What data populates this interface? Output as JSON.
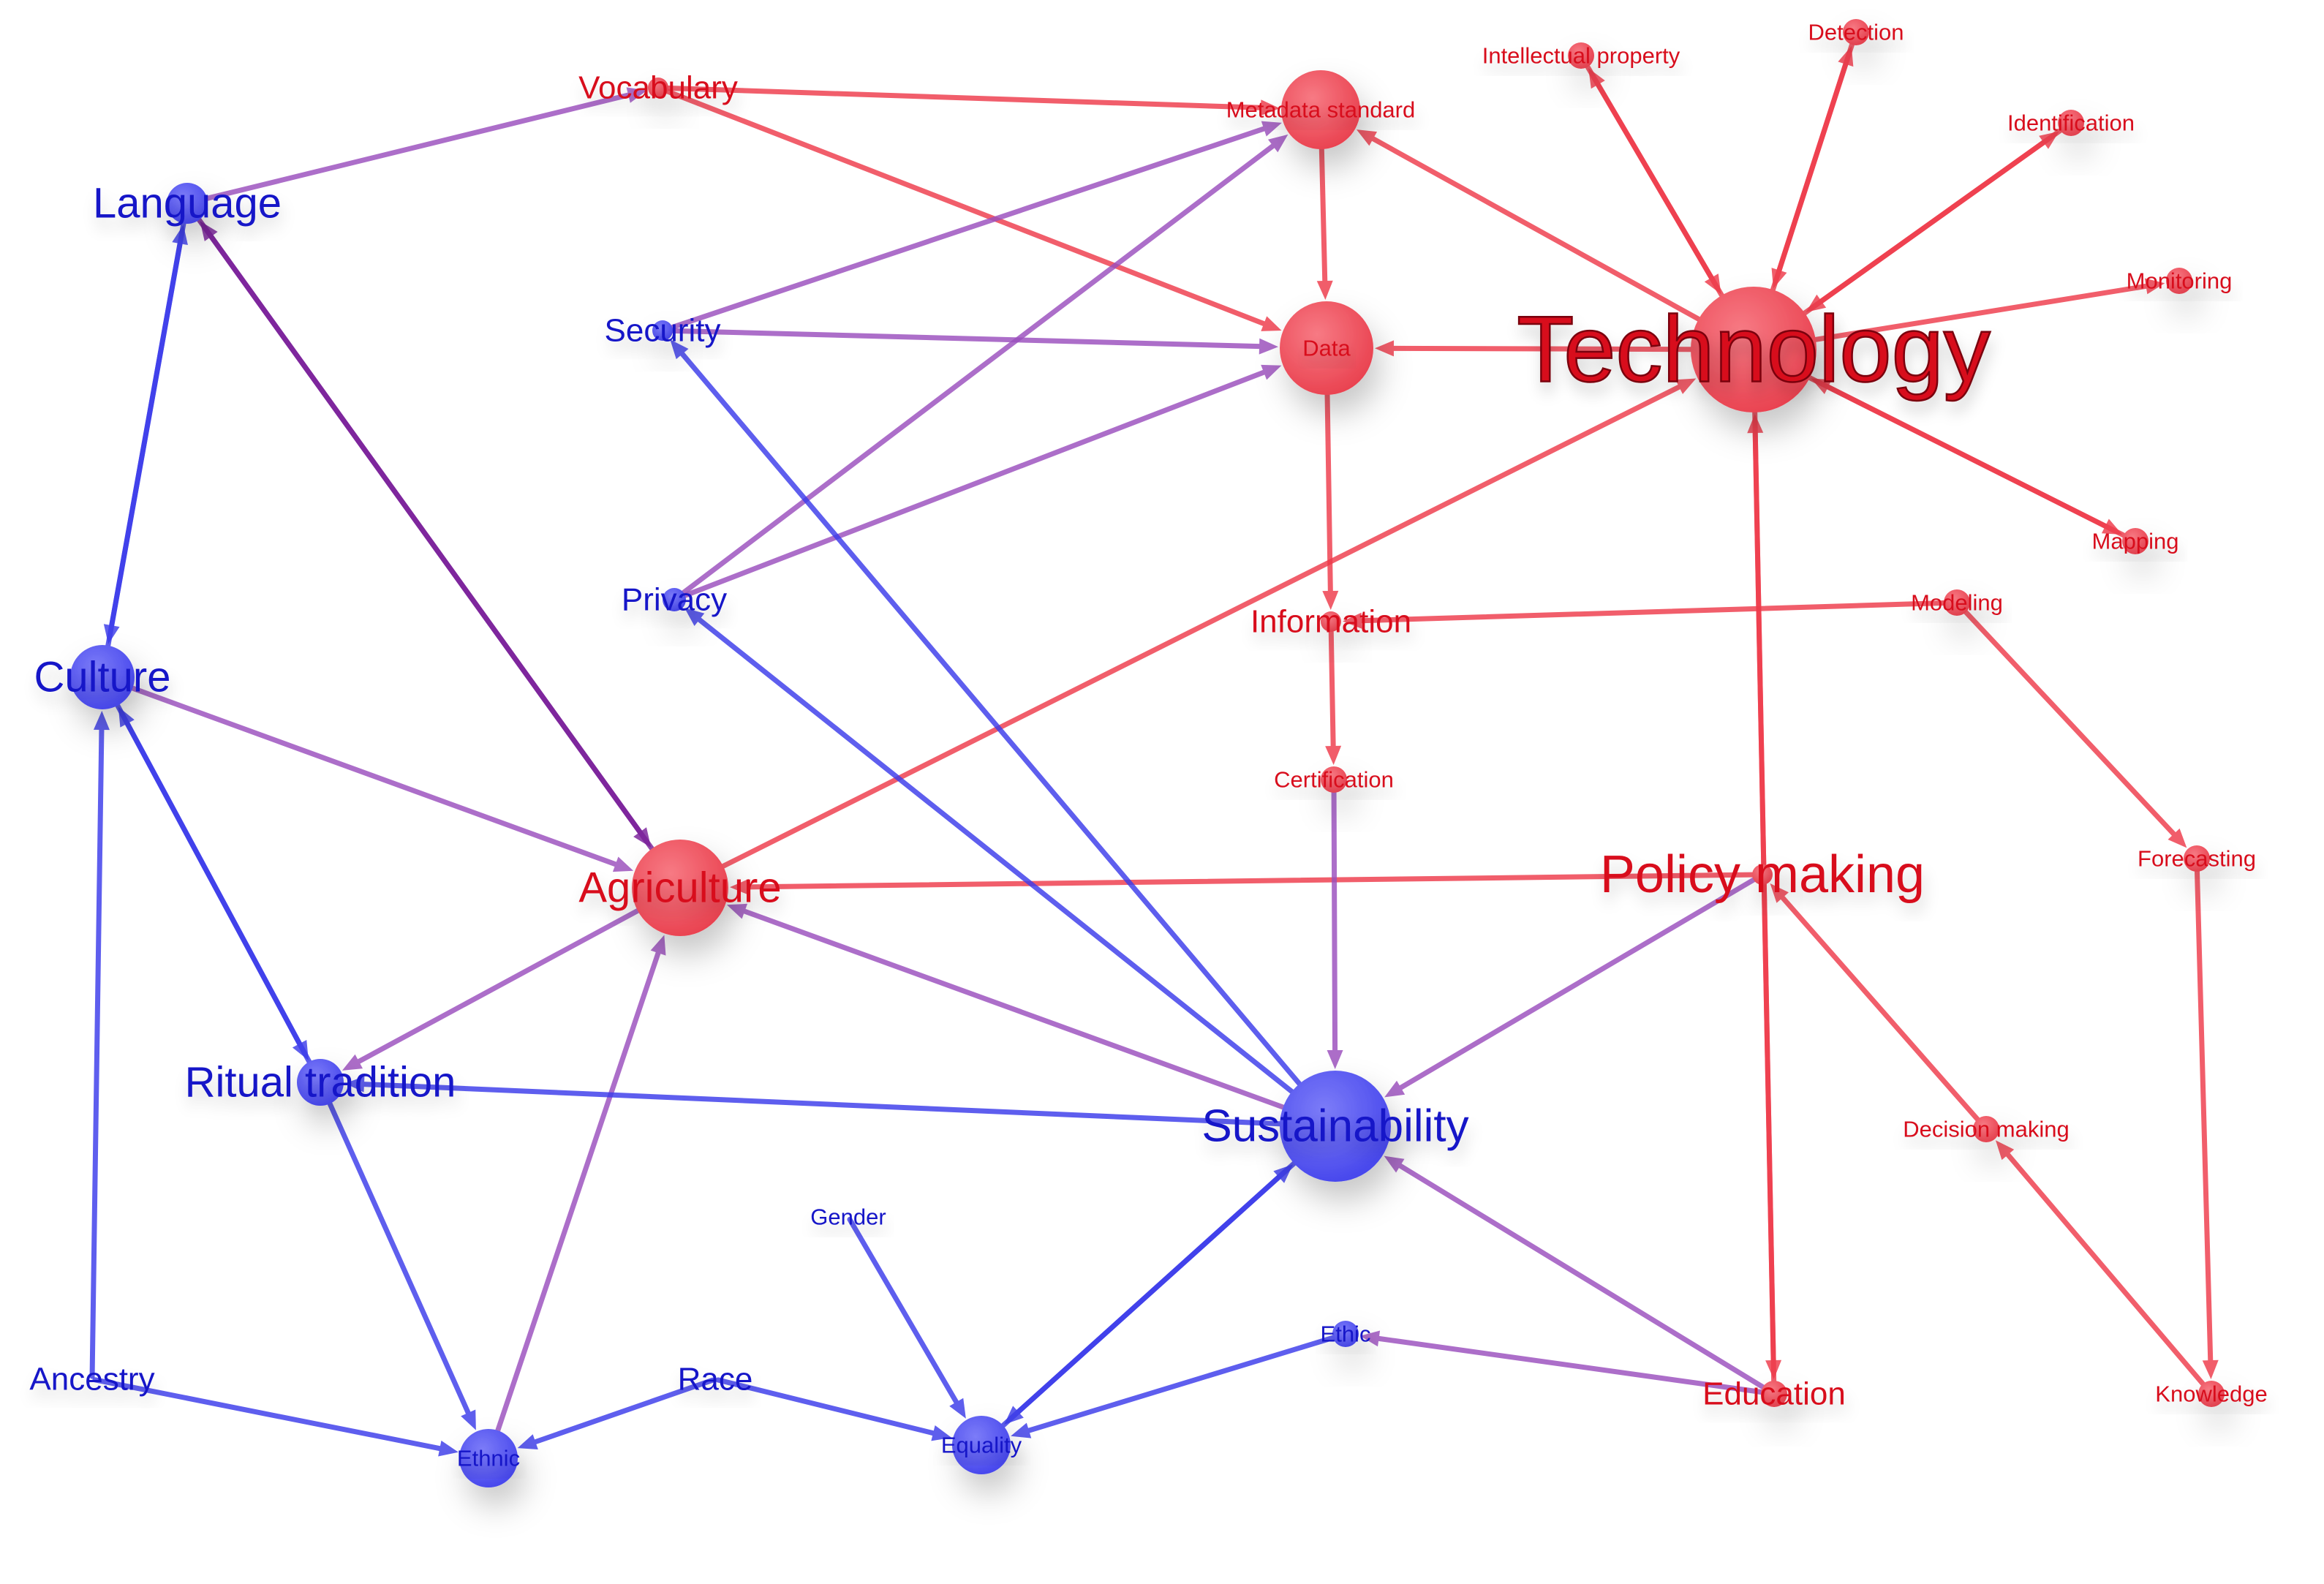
{
  "diagram": {
    "colors": {
      "red": "#ee3a4a",
      "blue": "#3b3bea",
      "mixed": "#9a4ebd",
      "mixed_dark": "#7a1f9a",
      "red_text": "#d8101e",
      "blue_text": "#1212c8"
    },
    "nodes": [
      {
        "id": "technology",
        "label": "Technology",
        "group": "red"
      },
      {
        "id": "metadata_standard",
        "label": "Metadata standard",
        "group": "red"
      },
      {
        "id": "data",
        "label": "Data",
        "group": "red"
      },
      {
        "id": "vocabulary",
        "label": "Vocabulary",
        "group": "red"
      },
      {
        "id": "intellectual_property",
        "label": "Intellectual property",
        "group": "red"
      },
      {
        "id": "detection",
        "label": "Detection",
        "group": "red"
      },
      {
        "id": "identification",
        "label": "Identification",
        "group": "red"
      },
      {
        "id": "monitoring",
        "label": "Monitoring",
        "group": "red"
      },
      {
        "id": "mapping",
        "label": "Mapping",
        "group": "red"
      },
      {
        "id": "modeling",
        "label": "Modeling",
        "group": "red"
      },
      {
        "id": "information",
        "label": "Information",
        "group": "red"
      },
      {
        "id": "certification",
        "label": "Certification",
        "group": "red"
      },
      {
        "id": "agriculture",
        "label": "Agriculture",
        "group": "red"
      },
      {
        "id": "policy_making",
        "label": "Policy making",
        "group": "red"
      },
      {
        "id": "forecasting",
        "label": "Forecasting",
        "group": "red"
      },
      {
        "id": "decision_making",
        "label": "Decision making",
        "group": "red"
      },
      {
        "id": "knowledge",
        "label": "Knowledge",
        "group": "red"
      },
      {
        "id": "education",
        "label": "Education",
        "group": "red"
      },
      {
        "id": "language",
        "label": "Language",
        "group": "blue"
      },
      {
        "id": "security",
        "label": "Security",
        "group": "blue"
      },
      {
        "id": "privacy",
        "label": "Privacy",
        "group": "blue"
      },
      {
        "id": "culture",
        "label": "Culture",
        "group": "blue"
      },
      {
        "id": "ritual_tradition",
        "label": "Ritual tradition",
        "group": "blue"
      },
      {
        "id": "sustainability",
        "label": "Sustainability",
        "group": "blue"
      },
      {
        "id": "gender",
        "label": "Gender",
        "group": "blue"
      },
      {
        "id": "ethic",
        "label": "Ethic",
        "group": "blue"
      },
      {
        "id": "ancestry",
        "label": "Ancestry",
        "group": "blue"
      },
      {
        "id": "race",
        "label": "Race",
        "group": "blue"
      },
      {
        "id": "ethnic",
        "label": "Ethnic",
        "group": "blue"
      },
      {
        "id": "equality",
        "label": "Equality",
        "group": "blue"
      }
    ],
    "edges": [
      {
        "from": "technology",
        "to": "intellectual_property",
        "color": "red"
      },
      {
        "from": "intellectual_property",
        "to": "technology",
        "color": "red"
      },
      {
        "from": "technology",
        "to": "detection",
        "color": "red"
      },
      {
        "from": "detection",
        "to": "technology",
        "color": "red"
      },
      {
        "from": "technology",
        "to": "identification",
        "color": "red"
      },
      {
        "from": "identification",
        "to": "technology",
        "color": "red"
      },
      {
        "from": "technology",
        "to": "monitoring",
        "color": "red"
      },
      {
        "from": "technology",
        "to": "mapping",
        "color": "red"
      },
      {
        "from": "mapping",
        "to": "technology",
        "color": "red"
      },
      {
        "from": "technology",
        "to": "metadata_standard",
        "color": "red"
      },
      {
        "from": "technology",
        "to": "data",
        "color": "red"
      },
      {
        "from": "agriculture",
        "to": "technology",
        "color": "red"
      },
      {
        "from": "education",
        "to": "technology",
        "color": "red"
      },
      {
        "from": "technology",
        "to": "education",
        "color": "red"
      },
      {
        "from": "vocabulary",
        "to": "metadata_standard",
        "color": "red"
      },
      {
        "from": "vocabulary",
        "to": "data",
        "color": "red"
      },
      {
        "from": "metadata_standard",
        "to": "data",
        "color": "red"
      },
      {
        "from": "data",
        "to": "information",
        "color": "red"
      },
      {
        "from": "modeling",
        "to": "information",
        "color": "red"
      },
      {
        "from": "modeling",
        "to": "forecasting",
        "color": "red"
      },
      {
        "from": "information",
        "to": "certification",
        "color": "red"
      },
      {
        "from": "policy_making",
        "to": "agriculture",
        "color": "red"
      },
      {
        "from": "forecasting",
        "to": "knowledge",
        "color": "red"
      },
      {
        "from": "knowledge",
        "to": "decision_making",
        "color": "red"
      },
      {
        "from": "decision_making",
        "to": "policy_making",
        "color": "red"
      },
      {
        "from": "language",
        "to": "vocabulary",
        "color": "mixed"
      },
      {
        "from": "security",
        "to": "metadata_standard",
        "color": "mixed"
      },
      {
        "from": "security",
        "to": "data",
        "color": "mixed"
      },
      {
        "from": "privacy",
        "to": "metadata_standard",
        "color": "mixed"
      },
      {
        "from": "privacy",
        "to": "data",
        "color": "mixed"
      },
      {
        "from": "culture",
        "to": "agriculture",
        "color": "mixed"
      },
      {
        "from": "agriculture",
        "to": "language",
        "color": "mixed_dark"
      },
      {
        "from": "language",
        "to": "agriculture",
        "color": "mixed_dark"
      },
      {
        "from": "agriculture",
        "to": "ritual_tradition",
        "color": "mixed"
      },
      {
        "from": "ethnic",
        "to": "agriculture",
        "color": "mixed"
      },
      {
        "from": "sustainability",
        "to": "agriculture",
        "color": "mixed"
      },
      {
        "from": "certification",
        "to": "sustainability",
        "color": "mixed"
      },
      {
        "from": "policy_making",
        "to": "sustainability",
        "color": "mixed"
      },
      {
        "from": "education",
        "to": "sustainability",
        "color": "mixed"
      },
      {
        "from": "education",
        "to": "ethic",
        "color": "mixed"
      },
      {
        "from": "language",
        "to": "culture",
        "color": "blue"
      },
      {
        "from": "culture",
        "to": "language",
        "color": "blue"
      },
      {
        "from": "culture",
        "to": "ritual_tradition",
        "color": "blue"
      },
      {
        "from": "ritual_tradition",
        "to": "culture",
        "color": "blue"
      },
      {
        "from": "ancestry",
        "to": "culture",
        "color": "blue"
      },
      {
        "from": "ancestry",
        "to": "ethnic",
        "color": "blue"
      },
      {
        "from": "ritual_tradition",
        "to": "ethnic",
        "color": "blue"
      },
      {
        "from": "sustainability",
        "to": "ritual_tradition",
        "color": "blue"
      },
      {
        "from": "sustainability",
        "to": "security",
        "color": "blue"
      },
      {
        "from": "sustainability",
        "to": "privacy",
        "color": "blue"
      },
      {
        "from": "race",
        "to": "ethnic",
        "color": "blue"
      },
      {
        "from": "race",
        "to": "equality",
        "color": "blue"
      },
      {
        "from": "gender",
        "to": "equality",
        "color": "blue"
      },
      {
        "from": "equality",
        "to": "sustainability",
        "color": "blue"
      },
      {
        "from": "sustainability",
        "to": "equality",
        "color": "blue"
      },
      {
        "from": "ethic",
        "to": "equality",
        "color": "blue"
      }
    ]
  }
}
